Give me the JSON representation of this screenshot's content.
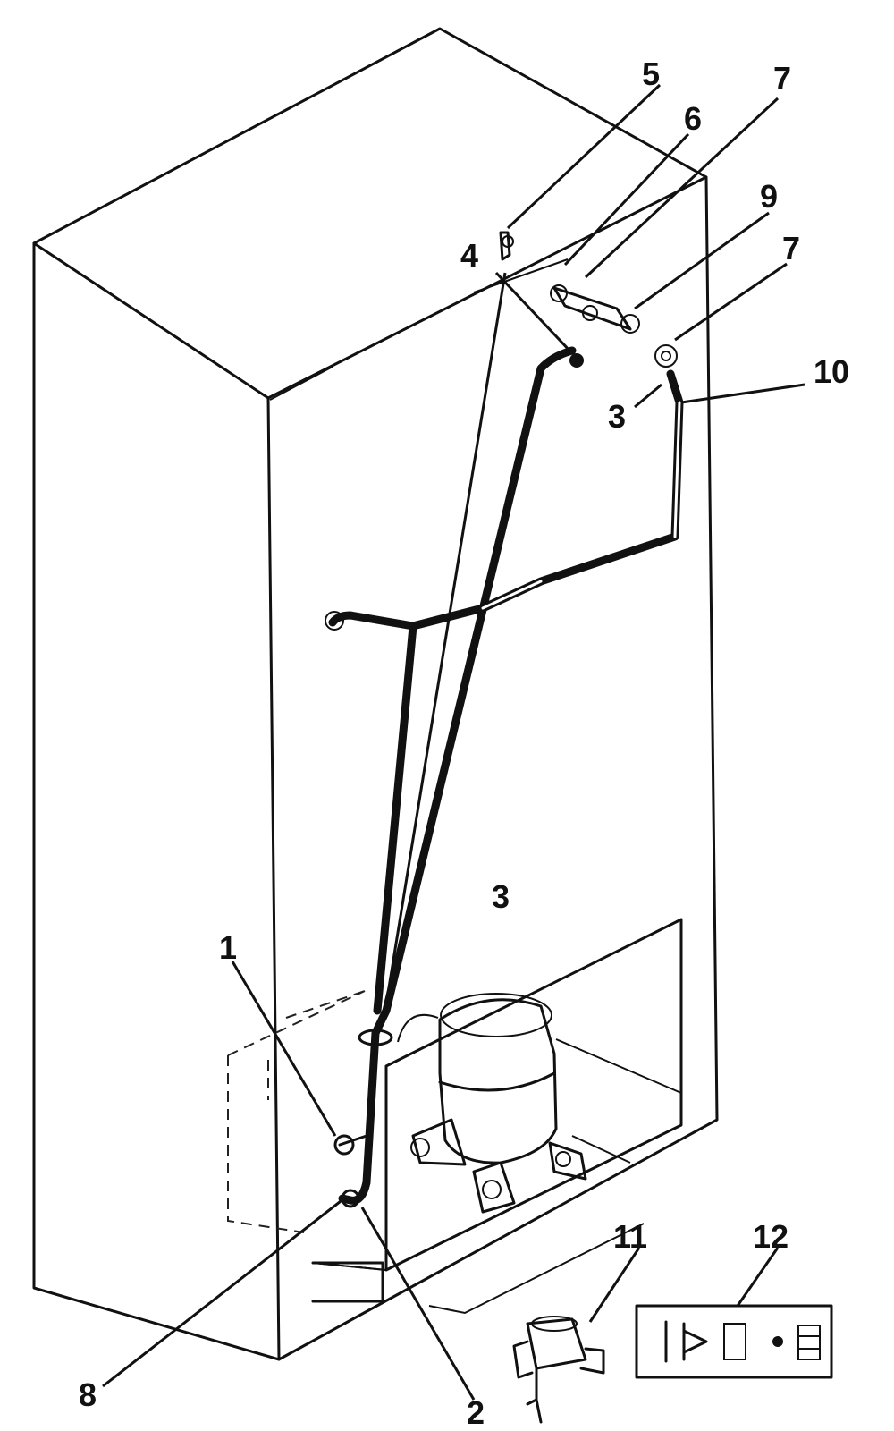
{
  "callouts": {
    "c1": "1",
    "c2": "2",
    "c3a": "3",
    "c3b": "3",
    "c4": "4",
    "c5": "5",
    "c6": "6",
    "c7a": "7",
    "c7b": "7",
    "c8": "8",
    "c9": "9",
    "c10": "10",
    "c11": "11",
    "c12": "12"
  }
}
